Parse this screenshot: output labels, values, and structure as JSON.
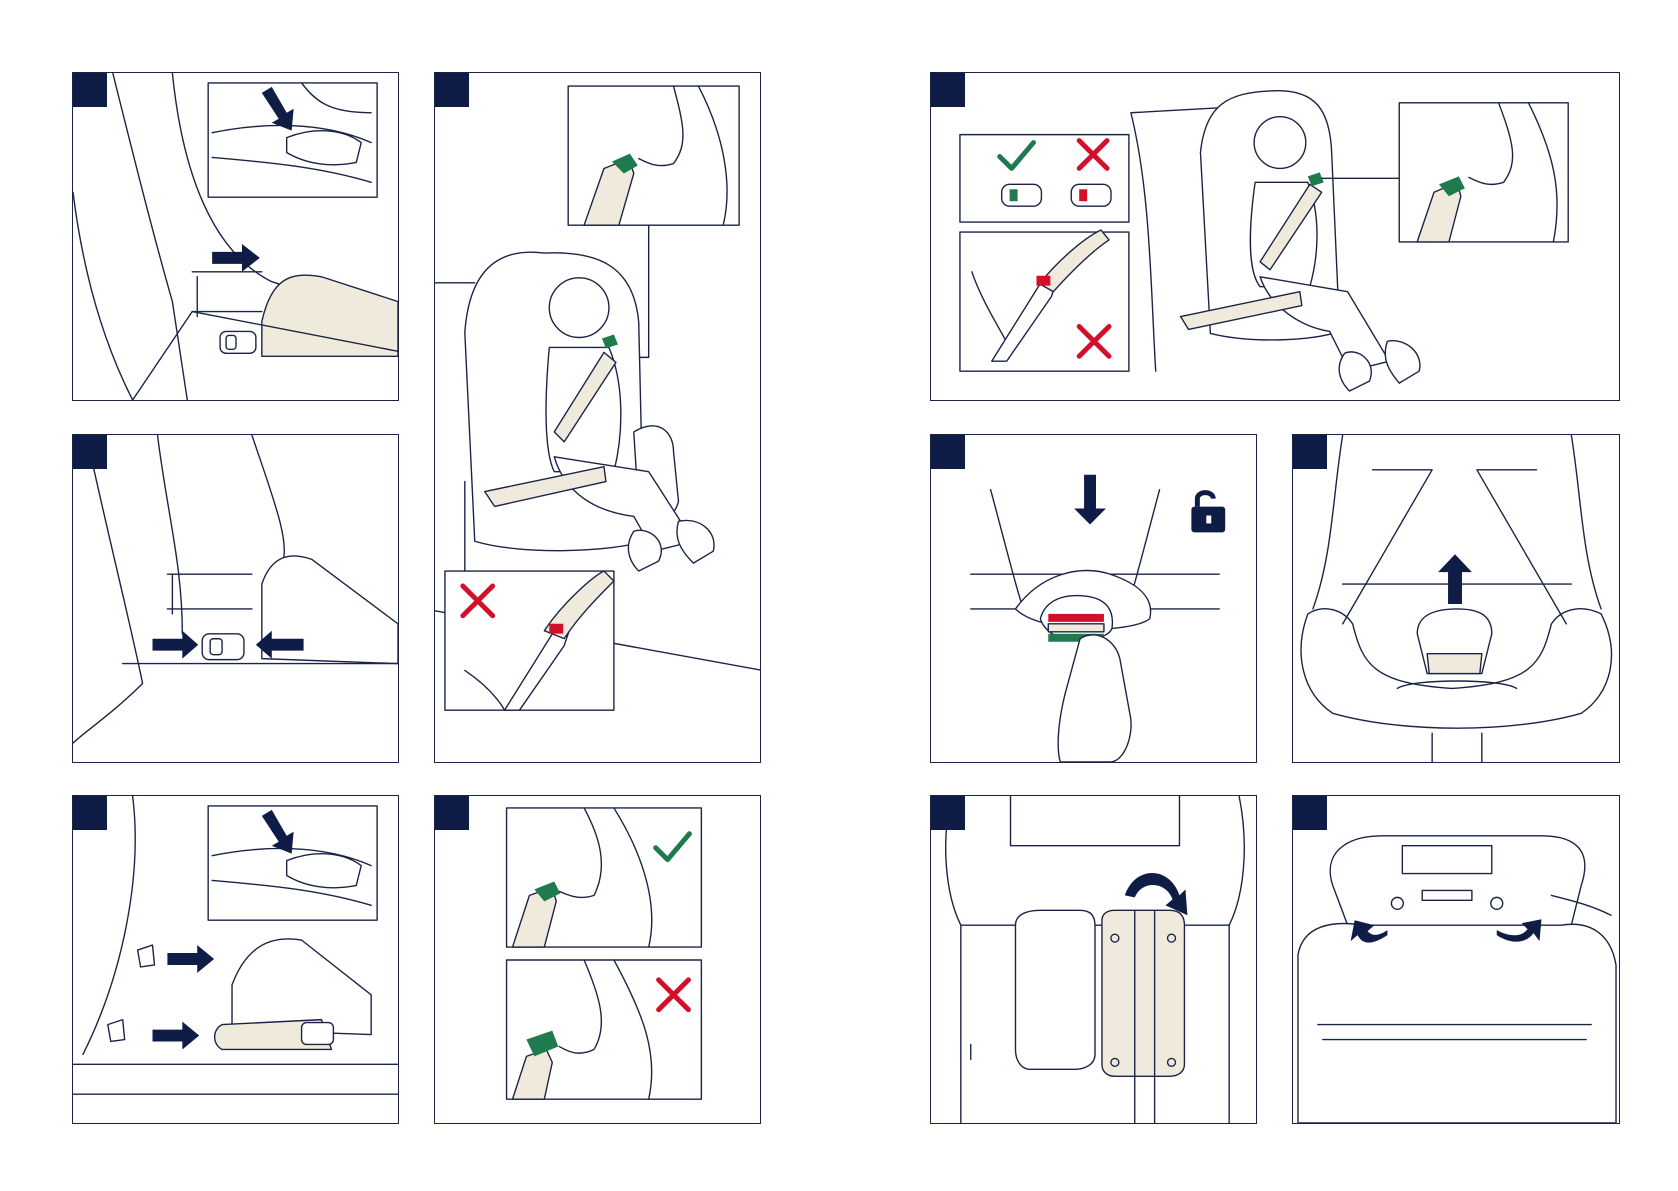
{
  "colors": {
    "navy": "#0f1c46",
    "accent_beige": "#efeadb",
    "check_green": "#1f7a4d",
    "cross_red": "#d3102b"
  },
  "icons": {
    "correct": "check-icon",
    "incorrect": "cross-icon",
    "unlock": "unlock-icon",
    "direction": "arrow-icon"
  },
  "panels": [
    {
      "id": "isofix-guide-insert",
      "step": ""
    },
    {
      "id": "isofix-connectors-lock",
      "step": ""
    },
    {
      "id": "isofix-guide-remove",
      "step": ""
    },
    {
      "id": "belt-routing-child",
      "step": ""
    },
    {
      "id": "shoulder-belt-check",
      "step": ""
    },
    {
      "id": "belt-indicator-check",
      "step": ""
    },
    {
      "id": "isofix-release",
      "step": ""
    },
    {
      "id": "seat-base-adjust",
      "step": ""
    },
    {
      "id": "backrest-cover",
      "step": ""
    },
    {
      "id": "headrest-rotate",
      "step": ""
    }
  ]
}
